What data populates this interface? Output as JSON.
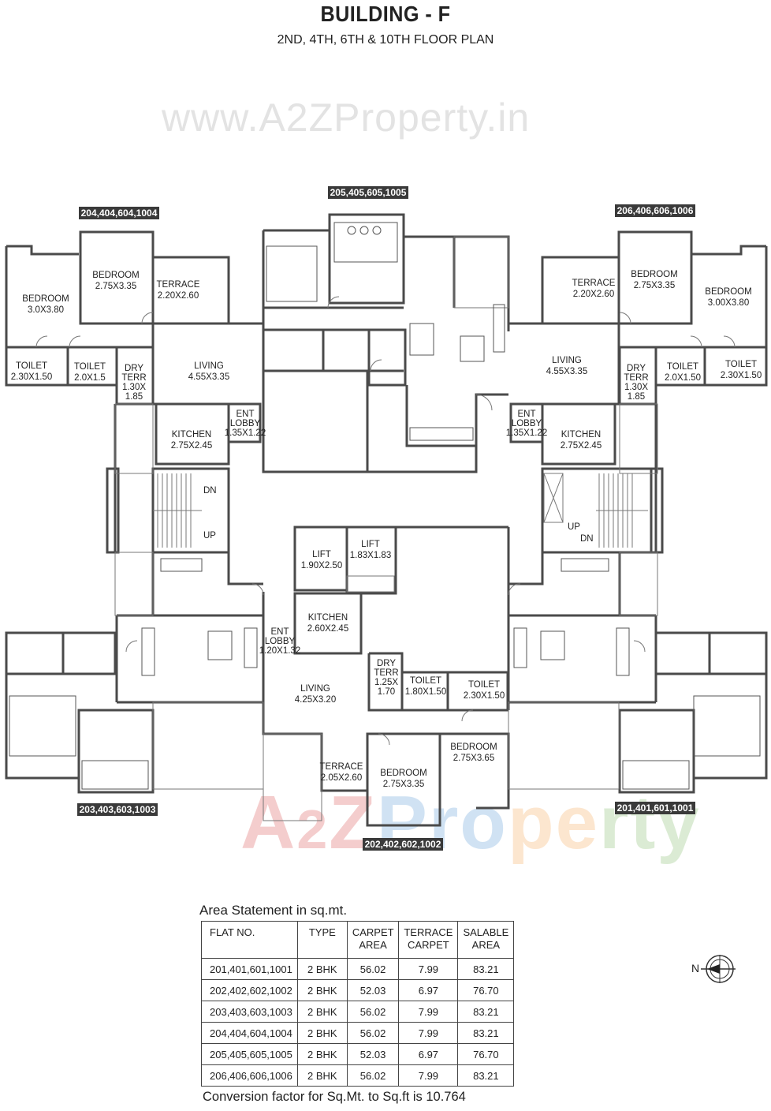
{
  "header": {
    "title": "BUILDING - F",
    "subtitle": "2ND, 4TH, 6TH & 10TH FLOOR PLAN"
  },
  "watermarks": {
    "top": "www.A2ZProperty.in",
    "bottom": "A2ZProperty"
  },
  "flat_tags": {
    "f204": "204,404,604,1004",
    "f205": "205,405,605,1005",
    "f206": "206,406,606,1006",
    "f203": "203,403,603,1003",
    "f201": "201,401,601,1001",
    "f202": "202,402,602,1002"
  },
  "rooms": {
    "nw_bedroom_a": [
      "BEDROOM",
      "3.0X3.80"
    ],
    "nw_bedroom_b": [
      "BEDROOM",
      "2.75X3.35"
    ],
    "nw_terrace": [
      "TERRACE",
      "2.20X2.60"
    ],
    "nw_toilet_a": [
      "TOILET",
      "2.30X1.50"
    ],
    "nw_toilet_b": [
      "TOILET",
      "2.0X1.5"
    ],
    "nw_dry_terr": [
      "DRY",
      "TERR",
      "1.30X",
      "1.85"
    ],
    "nw_living": [
      "LIVING",
      "4.55X3.35"
    ],
    "nw_kitchen": [
      "KITCHEN",
      "2.75X2.45"
    ],
    "nw_ent_lobby": [
      "ENT",
      "LOBBY",
      "1.35X1.22"
    ],
    "ne_terrace": [
      "TERRACE",
      "2.20X2.60"
    ],
    "ne_bedroom_a": [
      "BEDROOM",
      "2.75X3.35"
    ],
    "ne_bedroom_b": [
      "BEDROOM",
      "3.00X3.80"
    ],
    "ne_living": [
      "LIVING",
      "4.55X3.35"
    ],
    "ne_dry_terr": [
      "DRY",
      "TERR",
      "1.30X",
      "1.85"
    ],
    "ne_toilet_a": [
      "TOILET",
      "2.0X1.50"
    ],
    "ne_toilet_b": [
      "TOILET",
      "2.30X1.50"
    ],
    "ne_ent_lobby": [
      "ENT",
      "LOBBY",
      "1.35X1.22"
    ],
    "ne_kitchen": [
      "KITCHEN",
      "2.75X2.45"
    ],
    "lift_a": [
      "LIFT",
      "1.90X2.50"
    ],
    "lift_b": [
      "LIFT",
      "1.83X1.83"
    ],
    "s_kitchen": [
      "KITCHEN",
      "2.60X2.45"
    ],
    "s_ent_lobby": [
      "ENT",
      "LOBBY",
      "1.20X1.32"
    ],
    "s_living": [
      "LIVING",
      "4.25X3.20"
    ],
    "s_dry_terr": [
      "DRY",
      "TERR",
      "1.25X",
      "1.70"
    ],
    "s_toilet_a": [
      "TOILET",
      "1.80X1.50"
    ],
    "s_toilet_b": [
      "TOILET",
      "2.30X1.50"
    ],
    "s_bedroom_a": [
      "BEDROOM",
      "2.75X3.65"
    ],
    "s_terrace": [
      "TERRACE",
      "2.05X2.60"
    ],
    "s_bedroom_b": [
      "BEDROOM",
      "2.75X3.35"
    ]
  },
  "stair_labels": {
    "w_dn": "DN",
    "w_up": "UP",
    "e_up": "UP",
    "e_dn": "DN"
  },
  "area_statement": {
    "title": "Area Statement in sq.mt.",
    "headers": [
      "FLAT NO.",
      "TYPE",
      "CARPET AREA",
      "TERRACE CARPET",
      "SALABLE AREA"
    ],
    "rows": [
      [
        "201,401,601,1001",
        "2 BHK",
        "56.02",
        "7.99",
        "83.21"
      ],
      [
        "202,402,602,1002",
        "2 BHK",
        "52.03",
        "6.97",
        "76.70"
      ],
      [
        "203,403,603,1003",
        "2 BHK",
        "56.02",
        "7.99",
        "83.21"
      ],
      [
        "204,404,604,1004",
        "2 BHK",
        "56.02",
        "7.99",
        "83.21"
      ],
      [
        "205,405,605,1005",
        "2 BHK",
        "52.03",
        "6.97",
        "76.70"
      ],
      [
        "206,406,606,1006",
        "2 BHK",
        "56.02",
        "7.99",
        "83.21"
      ]
    ],
    "footnote": "Conversion factor for Sq.Mt. to Sq.ft is 10.764"
  },
  "north_arrow": {
    "label": "N"
  },
  "colors": {
    "wall": "#4a4a4a",
    "tag_bg": "#3a3a3a",
    "watermark_a": "#e8a0a0",
    "watermark_z": "#9fc5e8"
  }
}
